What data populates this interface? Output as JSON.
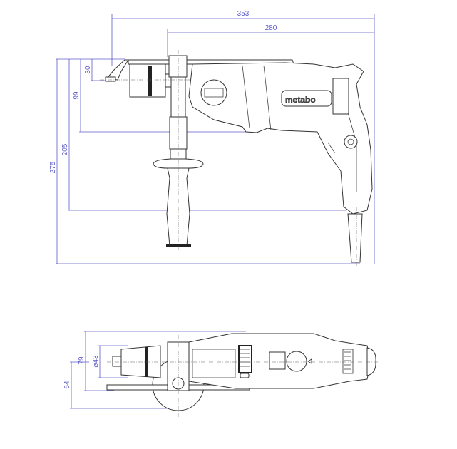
{
  "side_view": {
    "dimensions": {
      "overall_length": "353",
      "body_length": "280",
      "chuck_offset": "30",
      "body_height": "99",
      "grip_height": "205",
      "overall_height": "275"
    },
    "logo": "metabo"
  },
  "top_view": {
    "dimensions": {
      "width": "79",
      "collar_diameter": "⌀43",
      "handle_offset": "64"
    }
  },
  "colors": {
    "dimension": "#5b5bc8",
    "outline": "#333333"
  }
}
